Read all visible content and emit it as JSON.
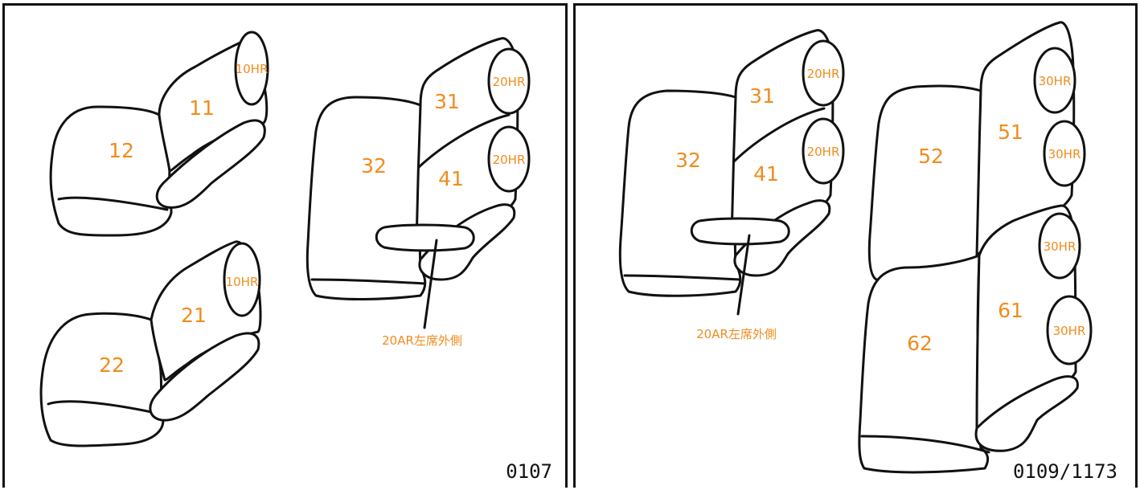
{
  "colors": {
    "label": "#f08c1e",
    "outline": "#111111",
    "background": "#ffffff"
  },
  "left_panel": {
    "code": "0107",
    "labels": {
      "s11": "11",
      "s12": "12",
      "hr10a": "10HR",
      "s21": "21",
      "s22": "22",
      "hr10b": "10HR",
      "s31": "31",
      "s32": "32",
      "s41": "41",
      "hr20a": "20HR",
      "hr20b": "20HR",
      "armrest_note": "20AR左席外側"
    }
  },
  "right_panel": {
    "code": "0109/1173",
    "labels": {
      "s31": "31",
      "s32": "32",
      "s41": "41",
      "hr20a": "20HR",
      "hr20b": "20HR",
      "armrest_note": "20AR左席外側",
      "s51": "51",
      "s52": "52",
      "s61": "61",
      "s62": "62",
      "hr30a": "30HR",
      "hr30b": "30HR",
      "hr30c": "30HR",
      "hr30d": "30HR"
    }
  }
}
